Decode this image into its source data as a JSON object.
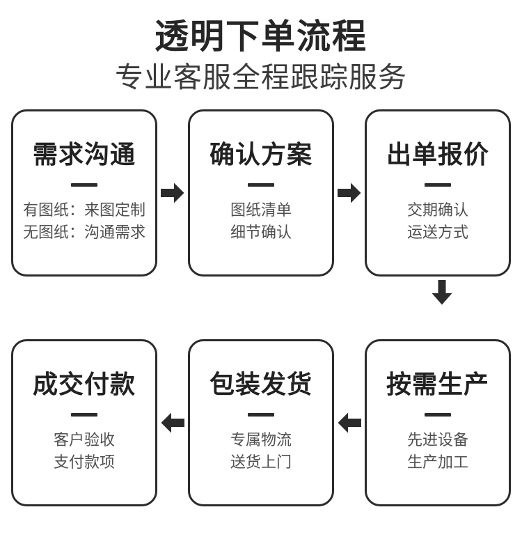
{
  "header": {
    "title": "透明下单流程",
    "subtitle": "专业客服全程跟踪服务"
  },
  "colors": {
    "ink": "#2b2b2b",
    "title": "#212121",
    "subtext": "#4f4f4f",
    "background": "#ffffff"
  },
  "flow": {
    "rows": [
      {
        "direction": "right",
        "steps": [
          {
            "title": "需求沟通",
            "lines": [
              "有图纸：来图定制",
              "无图纸：沟通需求"
            ]
          },
          {
            "title": "确认方案",
            "lines": [
              "图纸清单",
              "细节确认"
            ]
          },
          {
            "title": "出单报价",
            "lines": [
              "交期确认",
              "运送方式"
            ]
          }
        ]
      },
      {
        "direction": "left",
        "steps": [
          {
            "title": "成交付款",
            "lines": [
              "客户验收",
              "支付款项"
            ]
          },
          {
            "title": "包装发货",
            "lines": [
              "专属物流",
              "送货上门"
            ]
          },
          {
            "title": "按需生产",
            "lines": [
              "先进设备",
              "生产加工"
            ]
          }
        ]
      }
    ],
    "connector_icons": {
      "row_top": "arrow-right-icon",
      "row_turn": "arrow-down-icon",
      "row_bottom": "arrow-left-icon"
    }
  }
}
